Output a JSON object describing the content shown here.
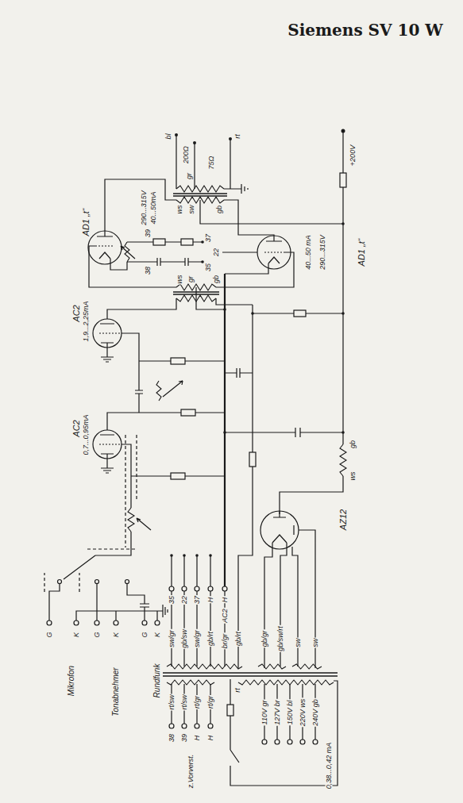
{
  "diagram": {
    "title": "Siemens SV 10 W",
    "labels": [
      "AD1 „t“",
      "290...315V",
      "40...50mA",
      "39",
      "38",
      "37",
      "22",
      "35",
      "40...50 mA",
      "290...315V",
      "AD1 „t“",
      "bl",
      "200Ω",
      "gr",
      "75Ω",
      "rt",
      "ws",
      "sw",
      "gb",
      "+200V",
      "ws",
      "gr",
      "gb",
      "AC2",
      "1,9...2,25mA",
      "AC2",
      "0,7...0,95mA",
      "gb",
      "ws",
      "AZ12",
      "G",
      "K",
      "Mikrofon",
      "G",
      "K",
      "Tonabnehmer",
      "G",
      "K",
      "Rundfunk",
      "35",
      "22",
      "37",
      "H",
      "AC2",
      "H",
      "sw/gr",
      "gb/sw",
      "sw/gr",
      "gb/rt",
      "br/gr",
      "gb/rt",
      "gb/gr",
      "gb/sw/rt",
      "sw",
      "sw",
      "rt/sw",
      "rt/sw",
      "rt/gr",
      "rt/gr",
      "rt",
      "38",
      "39",
      "H",
      "H",
      "z.Vorverst.",
      "110V gr",
      "127V br",
      "150V bl",
      "220V ws",
      "240V gb",
      "0,38...0,42 mA"
    ]
  }
}
